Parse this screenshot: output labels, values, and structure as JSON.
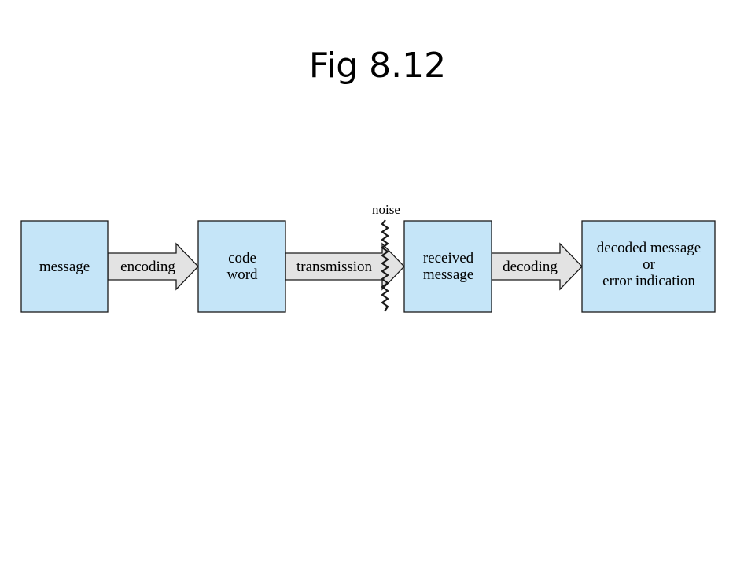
{
  "title": "Fig 8.12",
  "diagram": {
    "colors": {
      "box_fill": "#c5e5f8",
      "arrow_fill": "#e3e3e3",
      "stroke": "#1a1a1a"
    },
    "boxes": {
      "message": [
        "message"
      ],
      "code_word": [
        "code",
        "word"
      ],
      "received_message": [
        "received",
        "message"
      ],
      "decoded_message": [
        "decoded message",
        "or",
        "error indication"
      ]
    },
    "arrows": {
      "encoding": "encoding",
      "transmission": "transmission",
      "decoding": "decoding"
    },
    "noise_label": "noise"
  }
}
